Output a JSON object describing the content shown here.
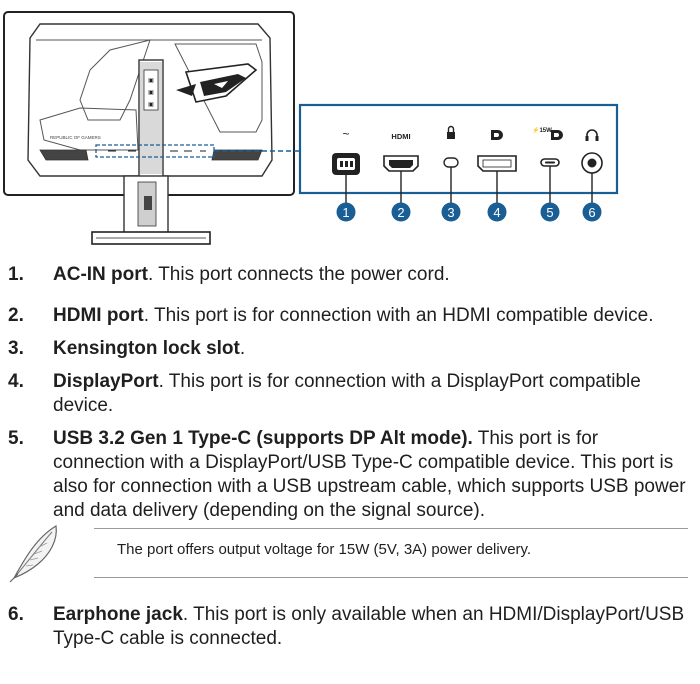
{
  "figure": {
    "port_symbols": {
      "ac": "~",
      "hdmi": "HDMI",
      "usbc_power": "⚡15W"
    },
    "callouts": [
      "1",
      "2",
      "3",
      "4",
      "5",
      "6"
    ],
    "callout_color": "#1a5e96",
    "brand_text": "REPUBLIC OF GAMERS"
  },
  "items": [
    {
      "num": "1.",
      "title": "AC-IN port",
      "desc": ". This port connects the power cord."
    },
    {
      "num": "2.",
      "title": "HDMI port",
      "desc": ". This port is for connection with an HDMI compatible device."
    },
    {
      "num": "3.",
      "title": "Kensington lock slot",
      "desc": "."
    },
    {
      "num": "4.",
      "title": "DisplayPort",
      "desc": ". This port is for connection with a DisplayPort compatible device."
    },
    {
      "num": "5.",
      "title": "USB 3.2 Gen 1 Type-C (supports DP Alt mode).",
      "desc": " This port is for connection with a DisplayPort/USB Type-C compatible device. This port is also for connection with a USB upstream cable, which supports USB power and data delivery (depending on the signal source)."
    },
    {
      "num": "6.",
      "title": "Earphone jack",
      "desc": ". This port is only available when an HDMI/DisplayPort/USB Type-C cable is connected."
    }
  ],
  "note": {
    "text": "The port offers output voltage for 15W (5V, 3A) power delivery.",
    "icon": "feather-icon"
  }
}
